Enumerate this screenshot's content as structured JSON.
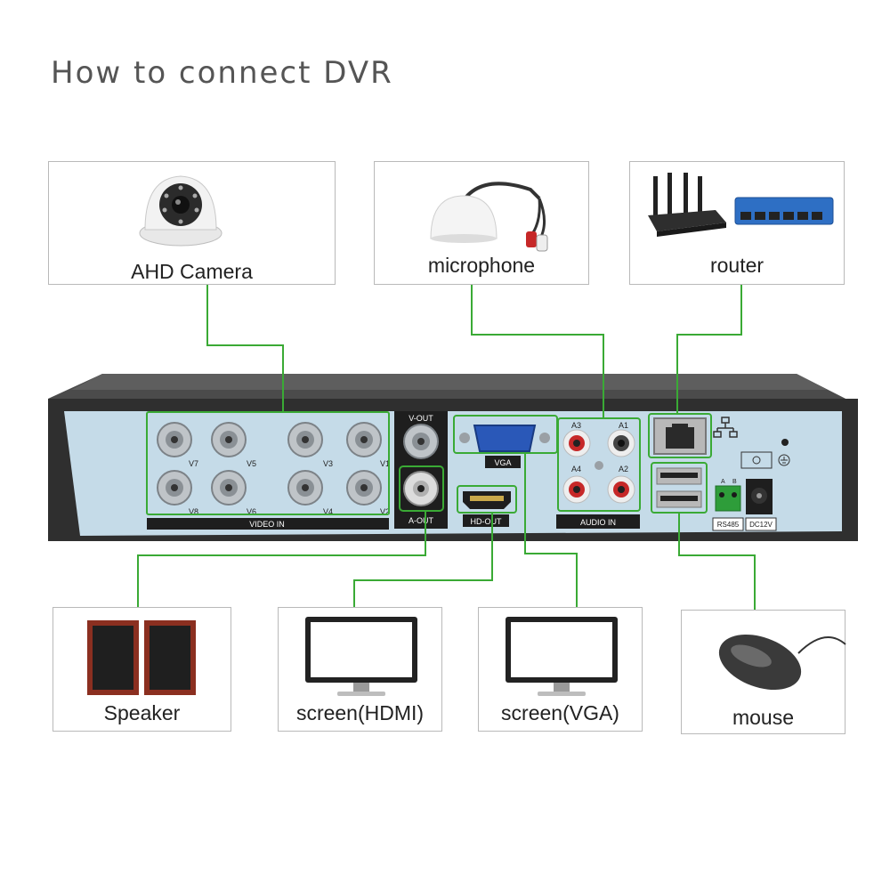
{
  "title": "How to connect DVR",
  "devices": {
    "camera": "AHD Camera",
    "microphone": "microphone",
    "router": "router",
    "speaker": "Speaker",
    "screen_hdmi": "screen(HDMI)",
    "screen_vga": "screen(VGA)",
    "mouse": "mouse"
  },
  "ports": {
    "v_out": "V-OUT",
    "a_out": "A-OUT",
    "vga": "VGA",
    "hd_out": "HD-OUT",
    "video_in": "VIDEO IN",
    "audio_in": "AUDIO IN",
    "rs485": "RS485",
    "dc12v": "DC12V",
    "rs485_a": "A",
    "rs485_b": "B",
    "bnc_labels": [
      "V7",
      "V5",
      "V3",
      "V1",
      "V8",
      "V6",
      "V4",
      "V2"
    ],
    "audio_labels": [
      "A3",
      "A1",
      "A4",
      "A2"
    ]
  },
  "colors": {
    "wire": "#3aaa35",
    "panel": "#c5dbe8",
    "chassis": "#3a3a3a",
    "box_border": "#b9b9b9"
  }
}
